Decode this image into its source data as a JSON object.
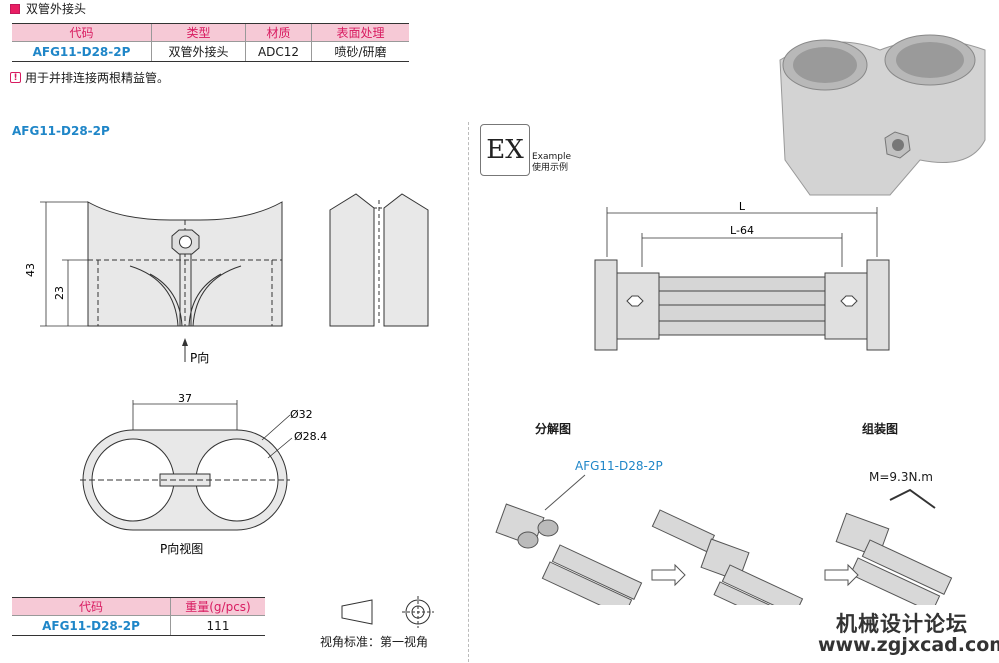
{
  "section": {
    "title": "双管外接头"
  },
  "spec_table": {
    "headers": [
      "代码",
      "类型",
      "材质",
      "表面处理"
    ],
    "rows": [
      [
        "AFG11-D28-2P",
        "双管外接头",
        "ADC12",
        "喷砂/研磨"
      ]
    ]
  },
  "note": "用于并排连接两根精益管。",
  "drawing": {
    "title": "AFG11-D28-2P",
    "dim_43": "43",
    "dim_23": "23",
    "dim_37": "37",
    "dim_d32": "Ø32",
    "dim_d28": "Ø28.4",
    "p_dir": "P向",
    "p_view": "P向视图"
  },
  "weight_table": {
    "headers": [
      "代码",
      "重量(g/pcs)"
    ],
    "rows": [
      [
        "AFG11-D28-2P",
        "111"
      ]
    ]
  },
  "projection": {
    "label": "视角标准：第一视角"
  },
  "example": {
    "badge": "EX",
    "caption_en": "Example",
    "caption_cn": "使用示例"
  },
  "assembly_dims": {
    "L": "L",
    "L64": "L-64"
  },
  "exploded": {
    "title": "分解图",
    "part_label": "AFG11-D28-2P"
  },
  "assembled": {
    "title": "组装图",
    "torque": "M=9.3N.m"
  },
  "watermark": {
    "name": "机械设计论坛",
    "url": "www.zgjxcad.com"
  },
  "colors": {
    "accent_pink": "#e91e63",
    "header_bg": "#f6c9d6",
    "code_blue": "#1f86c8"
  }
}
